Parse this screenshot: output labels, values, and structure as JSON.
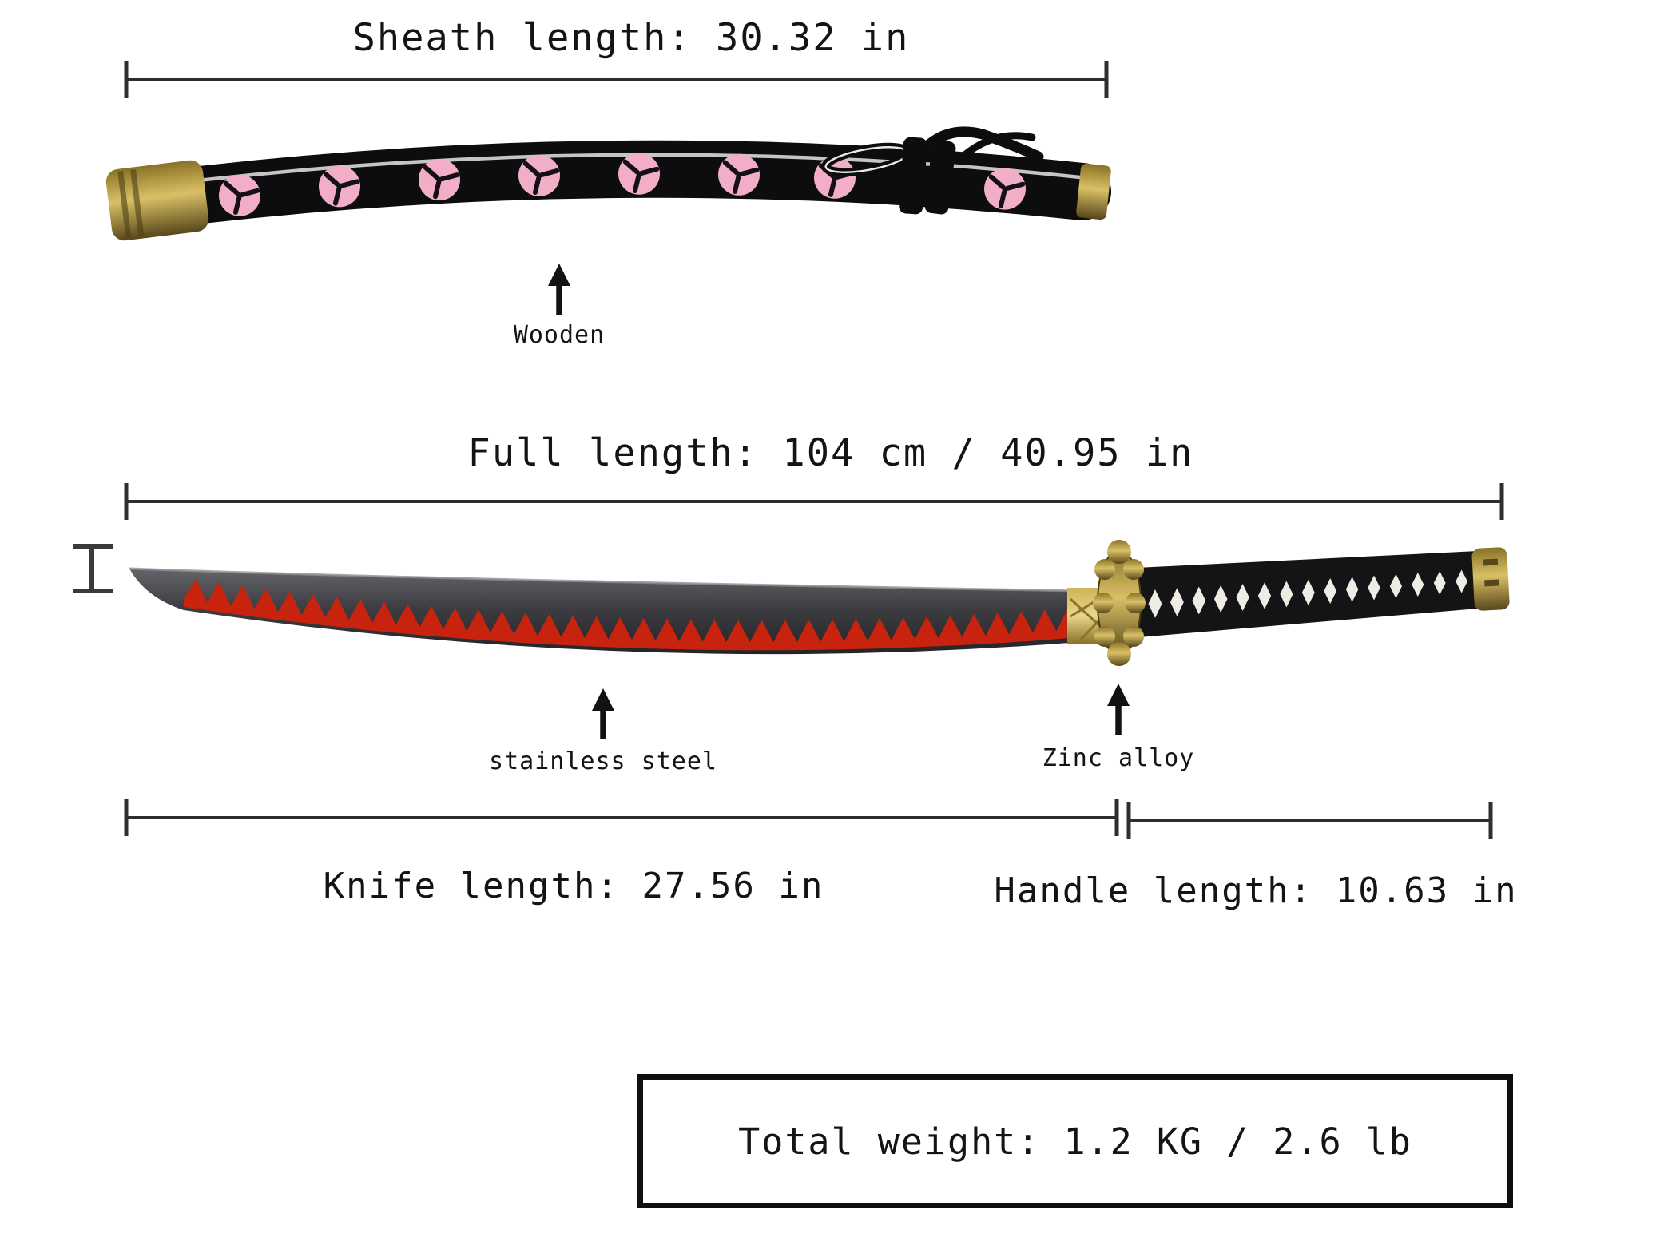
{
  "diagram": {
    "sheath": {
      "dimension_label": "Sheath length: 30.32 in",
      "material_label": "Wooden"
    },
    "sword": {
      "dimension_label": "Full length: 104 cm / 40.95 in",
      "blade_material_label": "stainless steel",
      "guard_material_label": "Zinc alloy",
      "blade_dimension_label": "Knife length: 27.56 in",
      "handle_dimension_label": "Handle length: 10.63 in"
    },
    "weight": {
      "label": "Total weight: 1.2 KG / 2.6 lb"
    },
    "measurements": {
      "sheath_length_in": 30.32,
      "full_length_cm": 104,
      "full_length_in": 40.95,
      "knife_length_in": 27.56,
      "handle_length_in": 10.63,
      "total_weight_kg": 1.2,
      "total_weight_lb": 2.6
    },
    "colors": {
      "hamon_red": "#c8230f",
      "sheath_pink": "#f2aec7",
      "fittings_gold": "#b4953f",
      "ink": "#141414"
    }
  }
}
